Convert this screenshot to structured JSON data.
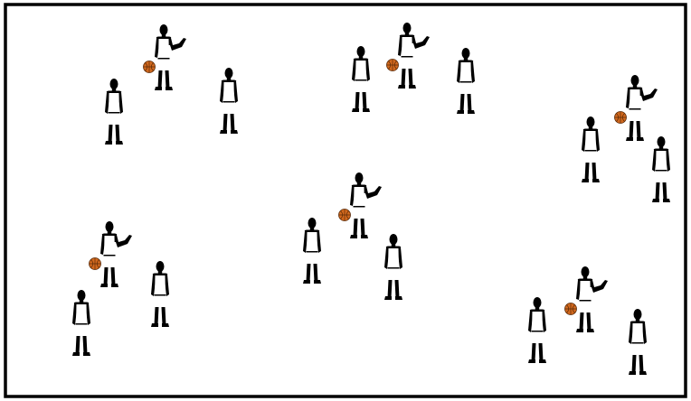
{
  "court": {
    "border_color": "#000000",
    "background_color": "#ffffff"
  },
  "player_style": {
    "silhouette_color": "#000000",
    "jersey_color": "#ffffff"
  },
  "ball_style": {
    "fill_color": "#d2691e",
    "seam_color": "#5a2a08"
  },
  "groups": [
    {
      "name": "group-1",
      "players": [
        {
          "role": "ball-handler",
          "has_ball": true
        },
        {
          "role": "player",
          "has_ball": false
        },
        {
          "role": "player",
          "has_ball": false
        }
      ]
    },
    {
      "name": "group-2",
      "players": [
        {
          "role": "ball-handler",
          "has_ball": true
        },
        {
          "role": "player",
          "has_ball": false
        },
        {
          "role": "player",
          "has_ball": false
        }
      ]
    },
    {
      "name": "group-3",
      "players": [
        {
          "role": "ball-handler",
          "has_ball": true
        },
        {
          "role": "player",
          "has_ball": false
        },
        {
          "role": "player",
          "has_ball": false
        }
      ]
    },
    {
      "name": "group-4",
      "players": [
        {
          "role": "ball-handler",
          "has_ball": true
        },
        {
          "role": "player",
          "has_ball": false
        },
        {
          "role": "player",
          "has_ball": false
        }
      ]
    },
    {
      "name": "group-5",
      "players": [
        {
          "role": "ball-handler",
          "has_ball": true
        },
        {
          "role": "player",
          "has_ball": false
        },
        {
          "role": "player",
          "has_ball": false
        }
      ]
    },
    {
      "name": "group-6",
      "players": [
        {
          "role": "ball-handler",
          "has_ball": true
        },
        {
          "role": "player",
          "has_ball": false
        },
        {
          "role": "player",
          "has_ball": false
        }
      ]
    }
  ]
}
